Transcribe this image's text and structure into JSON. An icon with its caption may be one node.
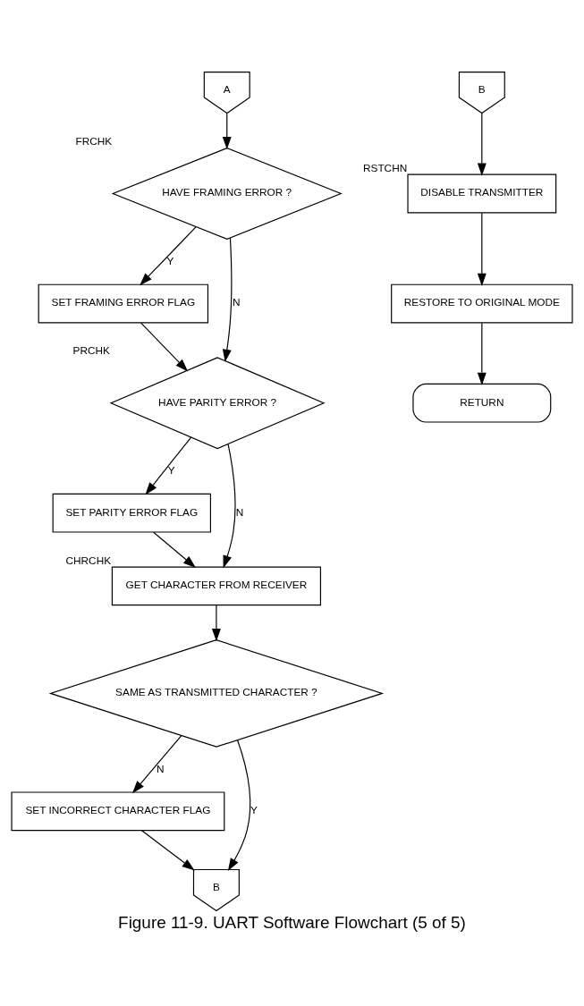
{
  "diagram": {
    "caption": "Figure 11-9. UART Software Flowchart (5 of 5)",
    "nodes": [
      {
        "text": [
          "A"
        ]
      },
      {
        "text": [
          "HAVE FRAMING ERROR ?"
        ],
        "beside": [
          "FRCHK"
        ]
      },
      {
        "text": [
          "SET FRAMING ERROR FLAG"
        ]
      },
      {
        "text": [
          "HAVE PARITY ERROR ?"
        ],
        "beside": [
          "PRCHK"
        ]
      },
      {
        "text": [
          "SET PARITY ERROR FLAG"
        ]
      },
      {
        "text": [
          "GET CHARACTER FROM RECEIVER"
        ],
        "beside": [
          "CHRCHK"
        ]
      },
      {
        "text": [
          "SAME AS TRANSMITTED CHARACTER ?"
        ]
      },
      {
        "text": [
          "SET INCORRECT CHARACTER FLAG"
        ]
      },
      {
        "text": [
          "B"
        ]
      },
      {
        "text": [
          "B"
        ]
      },
      {
        "text": [
          "DISABLE TRANSMITTER"
        ],
        "beside": [
          "RSTCHN"
        ]
      },
      {
        "text": [
          "RESTORE TO ORIGINAL MODE"
        ]
      },
      {
        "text": [
          "RETURN"
        ]
      }
    ],
    "edges": [
      {
        "from": 0,
        "to": 1,
        "arrow": "to"
      },
      {
        "from": 1,
        "to": 2,
        "arrow": "to",
        "label": "Y"
      },
      {
        "from": 1,
        "to": 3,
        "arrow": "to",
        "label": "N"
      },
      {
        "from": 2,
        "to": 3,
        "arrow": "to"
      },
      {
        "from": 3,
        "to": 4,
        "arrow": "to",
        "label": "Y"
      },
      {
        "from": 3,
        "to": 5,
        "arrow": "to",
        "label": "N"
      },
      {
        "from": 4,
        "to": 5,
        "arrow": "to"
      },
      {
        "from": 5,
        "to": 6,
        "arrow": "to"
      },
      {
        "from": 6,
        "to": 7,
        "arrow": "to",
        "label": "N"
      },
      {
        "from": 6,
        "to": 8,
        "arrow": "to",
        "label": "Y"
      },
      {
        "from": 7,
        "to": 8,
        "arrow": "to"
      },
      {
        "from": 9,
        "to": 10,
        "arrow": "to"
      },
      {
        "from": 10,
        "to": 11,
        "arrow": "to"
      },
      {
        "from": 11,
        "to": 12,
        "arrow": "to"
      }
    ]
  }
}
